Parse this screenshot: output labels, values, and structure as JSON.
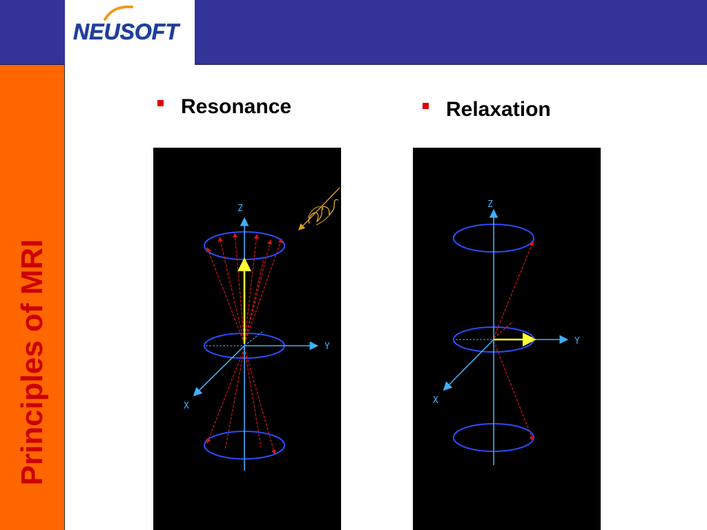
{
  "header": {
    "logo_text": "NEUSOFT",
    "colors": {
      "bar": "#333399",
      "logo_blue": "#1f3f9a",
      "logo_swoosh": "#f39a1e"
    }
  },
  "sidebar": {
    "title": "Principles of MRI",
    "colors": {
      "background": "#ff6600",
      "text": "#cc0000"
    }
  },
  "sections": [
    {
      "bullet": "Resonance",
      "diagram": {
        "axis_labels": {
          "z": "Z",
          "y": "Y",
          "x": "X"
        }
      }
    },
    {
      "bullet": "Relaxation",
      "diagram": {
        "axis_labels": {
          "z": "Z",
          "y": "Y",
          "x": "X"
        }
      }
    }
  ]
}
